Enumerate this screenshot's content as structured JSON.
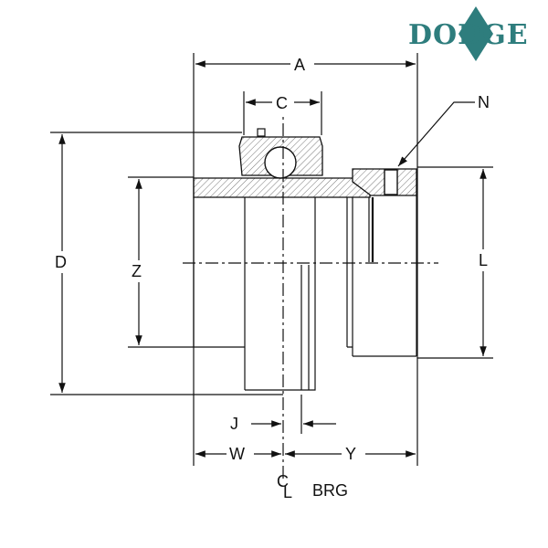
{
  "logo": {
    "text": "DODGE",
    "color": "#2e7d7d"
  },
  "dimensions": {
    "A": "A",
    "C": "C",
    "N": "N",
    "D": "D",
    "Z": "Z",
    "L": "L",
    "J": "J",
    "W": "W",
    "Y": "Y"
  },
  "centerline": {
    "symbol": "C",
    "sub": "L",
    "text": "BRG"
  }
}
